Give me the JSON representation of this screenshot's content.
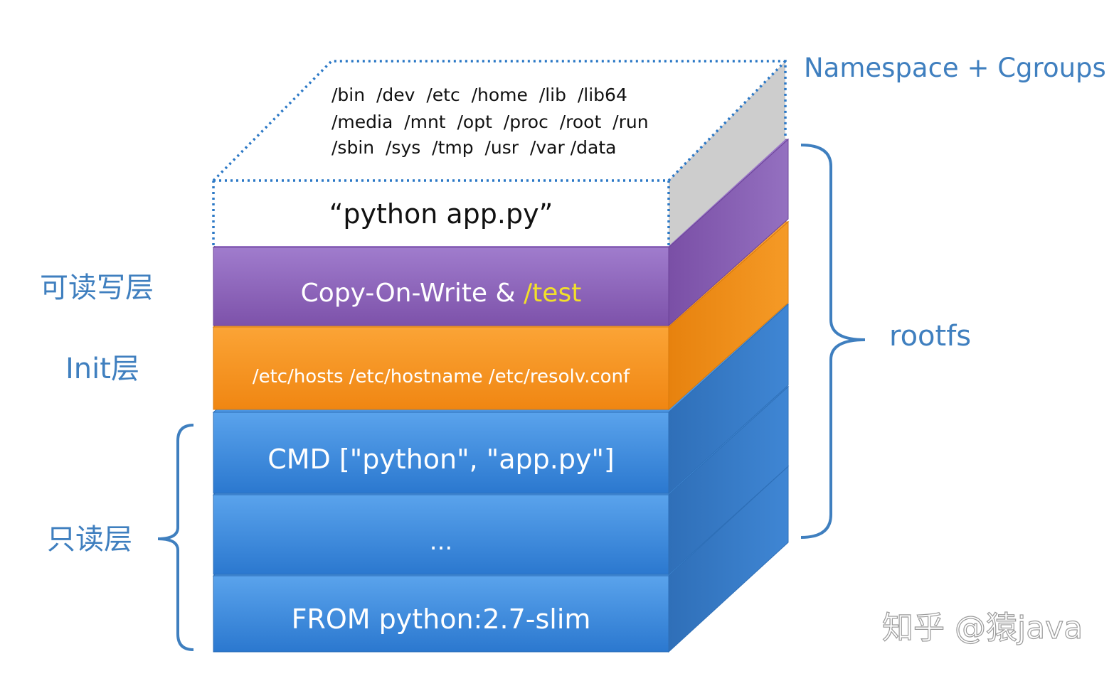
{
  "namespace_label": "Namespace + Cgroups",
  "container_top": {
    "fs_paths": [
      "/bin  /dev  /etc  /home  /lib  /lib64",
      "/media  /mnt  /opt  /proc  /root  /run",
      "/sbin  /sys  /tmp  /usr  /var /data"
    ],
    "process": "“python app.py”"
  },
  "layers": {
    "rw": {
      "text_main": "Copy-On-Write & ",
      "text_highlight": "/test",
      "color": "#8e63b8",
      "highlight_color": "#f2e02a"
    },
    "init": {
      "text": "/etc/hosts /etc/hostname /etc/resolv.conf",
      "color": "#f7961f"
    },
    "cmd": {
      "text": "CMD [\"python\", \"app.py\"]",
      "color": "#3b8ad8"
    },
    "mid": {
      "text": "...",
      "color": "#3b8ad8"
    },
    "from": {
      "text": "FROM python:2.7-slim",
      "color": "#3b8ad8"
    }
  },
  "side_labels": {
    "rw": "可读写层",
    "init": "Init层",
    "ro": "只读层",
    "rootfs": "rootfs"
  },
  "watermark": "知乎 @猿java",
  "colors": {
    "label_blue": "#3f7fbf",
    "bracket_blue": "#3f7fbf",
    "dotted_border": "#2b78c6",
    "side_gray": "#cfcfcf"
  }
}
